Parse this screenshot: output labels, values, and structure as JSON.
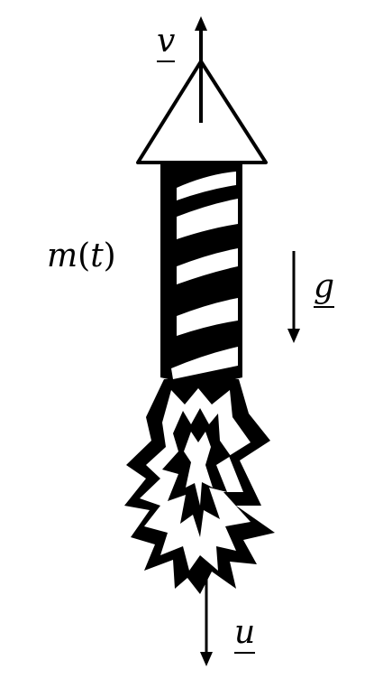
{
  "labels": {
    "velocity": "v",
    "gravity": "g",
    "exhaust": "u",
    "mass_symbol": "m",
    "mass_open_paren": "(",
    "mass_arg": "t",
    "mass_close_paren": ")"
  },
  "colors": {
    "ink": "#000000",
    "paper": "#ffffff"
  }
}
